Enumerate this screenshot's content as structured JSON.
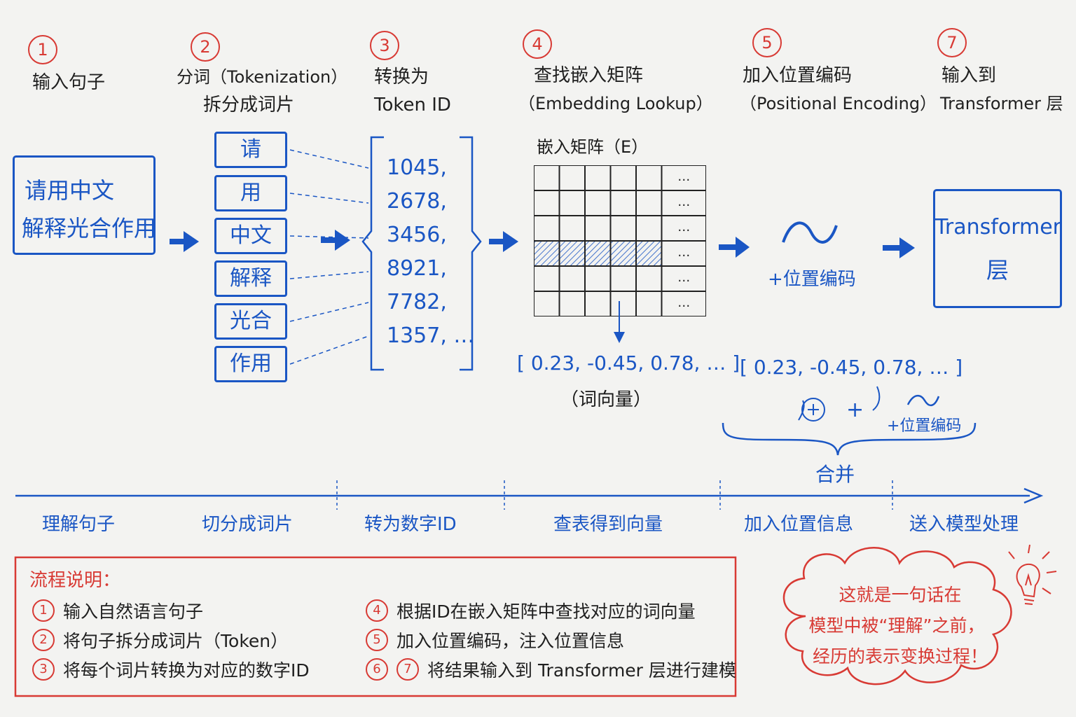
{
  "steps": [
    {
      "num": "1",
      "title_lines": [
        "输入句子"
      ]
    },
    {
      "num": "2",
      "title_lines": [
        "分词（Tokenization）",
        "拆分成词片"
      ]
    },
    {
      "num": "3",
      "title_lines": [
        "转换为",
        "Token ID"
      ]
    },
    {
      "num": "4",
      "title_lines": [
        "查找嵌入矩阵",
        "（Embedding Lookup）"
      ]
    },
    {
      "num": "5",
      "title_lines": [
        "加入位置编码",
        "（Positional Encoding）"
      ]
    },
    {
      "num": "7",
      "title_lines": [
        "输入到",
        "Transformer 层"
      ]
    }
  ],
  "input_box": {
    "lines": [
      "请用中文",
      "解释光合作用"
    ]
  },
  "tokens": [
    "请",
    "用",
    "中文",
    "解释",
    "光合",
    "作用"
  ],
  "token_ids": [
    "1045,",
    "2678,",
    "3456,",
    "8921,",
    "7782,",
    "1357, …"
  ],
  "matrix": {
    "title": "嵌入矩阵（E）",
    "rows": 6,
    "cols": 5,
    "highlight_row": 4,
    "ellipsis": "…"
  },
  "embedding_vector": {
    "values": "[ 0.23, -0.45, 0.78, … ]",
    "caption": "（词向量）"
  },
  "positional": {
    "label": "+位置编码",
    "vector": "[ 0.23, -0.45, 0.78, … ]",
    "plus": "+",
    "sub_label": "+位置编码",
    "merge_label": "合并"
  },
  "transformer_box": {
    "lines": [
      "Transformer",
      "层"
    ]
  },
  "timeline": [
    "理解句子",
    "切分成词片",
    "转为数字ID",
    "查表得到向量",
    "加入位置信息",
    "送入模型处理"
  ],
  "legend": {
    "title": "流程说明：",
    "items": [
      {
        "nums": [
          "1"
        ],
        "text": "输入自然语言句子"
      },
      {
        "nums": [
          "2"
        ],
        "text": "将句子拆分成词片（Token）"
      },
      {
        "nums": [
          "3"
        ],
        "text": "将每个词片转换为对应的数字ID"
      },
      {
        "nums": [
          "4"
        ],
        "text": "根据ID在嵌入矩阵中查找对应的词向量"
      },
      {
        "nums": [
          "5"
        ],
        "text": "加入位置编码，注入位置信息"
      },
      {
        "nums": [
          "6",
          "7"
        ],
        "text": "将结果输入到 Transformer 层进行建模"
      }
    ]
  },
  "cloud": {
    "lines": [
      "这就是一句话在",
      "模型中被“理解”之前，",
      "经历的表示变换过程！"
    ]
  },
  "colors": {
    "blue": "#1a56c4",
    "red": "#d83a34",
    "ink": "#1f1f1f"
  }
}
